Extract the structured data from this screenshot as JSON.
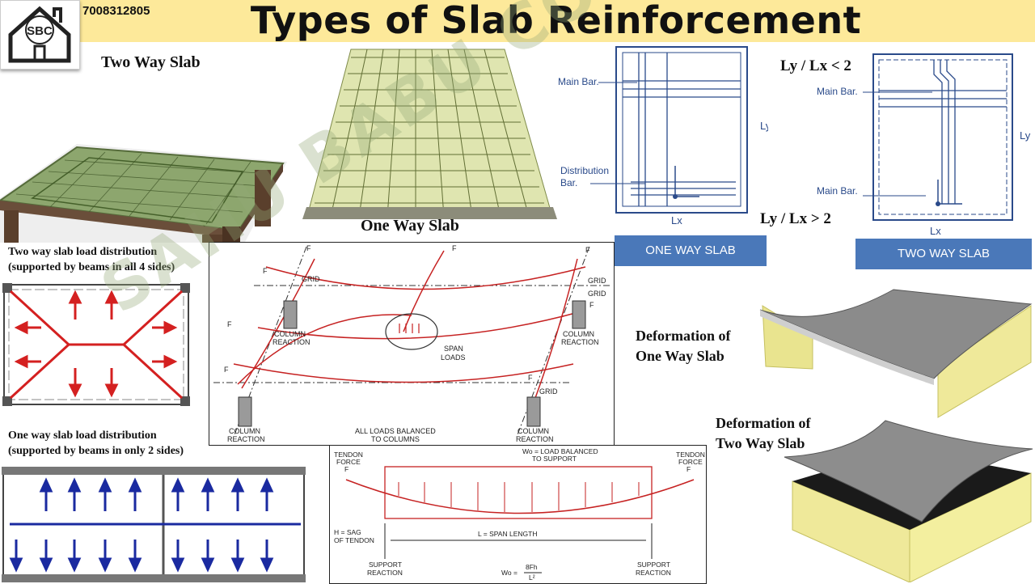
{
  "header": {
    "title": "Types of Slab Reinforcement",
    "phone": "7008312805",
    "logo_text": "SBC"
  },
  "labels": {
    "two_way_slab": "Two Way Slab",
    "one_way_slab": "One Way Slab",
    "ratio_less": "Ly / Lx < 2",
    "ratio_greater": "Ly / Lx > 2",
    "two_way_dist_line1": "Two way slab load distribution",
    "two_way_dist_line2": "(supported by beams in all 4 sides)",
    "one_way_dist_line1": "One way slab load distribution",
    "one_way_dist_line2": "(supported by beams in only 2 sides)",
    "def_one_line1": "Deformation of",
    "def_one_line2": "One Way Slab",
    "def_two_line1": "Deformation of",
    "def_two_line2": "Two Way Slab"
  },
  "plan_diagrams": {
    "one_way": {
      "main_bar": "Main Bar.",
      "dist_bar_1": "Distribution",
      "dist_bar_2": "Bar.",
      "ly": "Ly",
      "lx": "Lx",
      "tab": "ONE WAY SLAB"
    },
    "two_way": {
      "main_bar_top": "Main Bar.",
      "main_bar_bottom": "Main Bar.",
      "ly": "Ly",
      "lx": "Lx",
      "tab": "TWO WAY SLAB"
    }
  },
  "tendon_grid": {
    "grid_1": "GRID",
    "grid_2": "GRID",
    "grid_3": "GRID",
    "grid_4": "GRID",
    "col_reaction_1a": "COLUMN",
    "col_reaction_1b": "REACTION",
    "col_reaction_2a": "COLUMN",
    "col_reaction_2b": "REACTION",
    "col_reaction_3a": "COLUMN",
    "col_reaction_3b": "REACTION",
    "col_reaction_4a": "COLUMN",
    "col_reaction_4b": "REACTION",
    "span_loads_1": "SPAN",
    "span_loads_2": "LOADS",
    "balanced_1": "ALL LOADS BALANCED",
    "balanced_2": "TO COLUMNS",
    "force": "F"
  },
  "tendon_profile": {
    "tendon_force_l1": "TENDON",
    "tendon_force_l2": "FORCE",
    "tendon_force_l3": "F",
    "tendon_force_r1": "TENDON",
    "tendon_force_r2": "FORCE",
    "tendon_force_r3": "F",
    "wo_line1": "Wo = LOAD BALANCED",
    "wo_line2": "TO SUPPORT",
    "sag_1": "H = SAG",
    "sag_2": "OF TENDON",
    "span_length": "L = SPAN LENGTH",
    "support_l1": "SUPPORT",
    "support_l2": "REACTION",
    "support_r1": "SUPPORT",
    "support_r2": "REACTION",
    "formula_lhs": "Wo =",
    "formula_num": "8Fh",
    "formula_den": "L²"
  },
  "watermark": "SAHU BABU CONSTRUCTION",
  "colors": {
    "banner": "#fde99a",
    "tab_blue": "#4a78b9",
    "arrow_red": "#d42020",
    "arrow_blue": "#1a2aa0",
    "slab_yellow": "#f3ef9f"
  }
}
